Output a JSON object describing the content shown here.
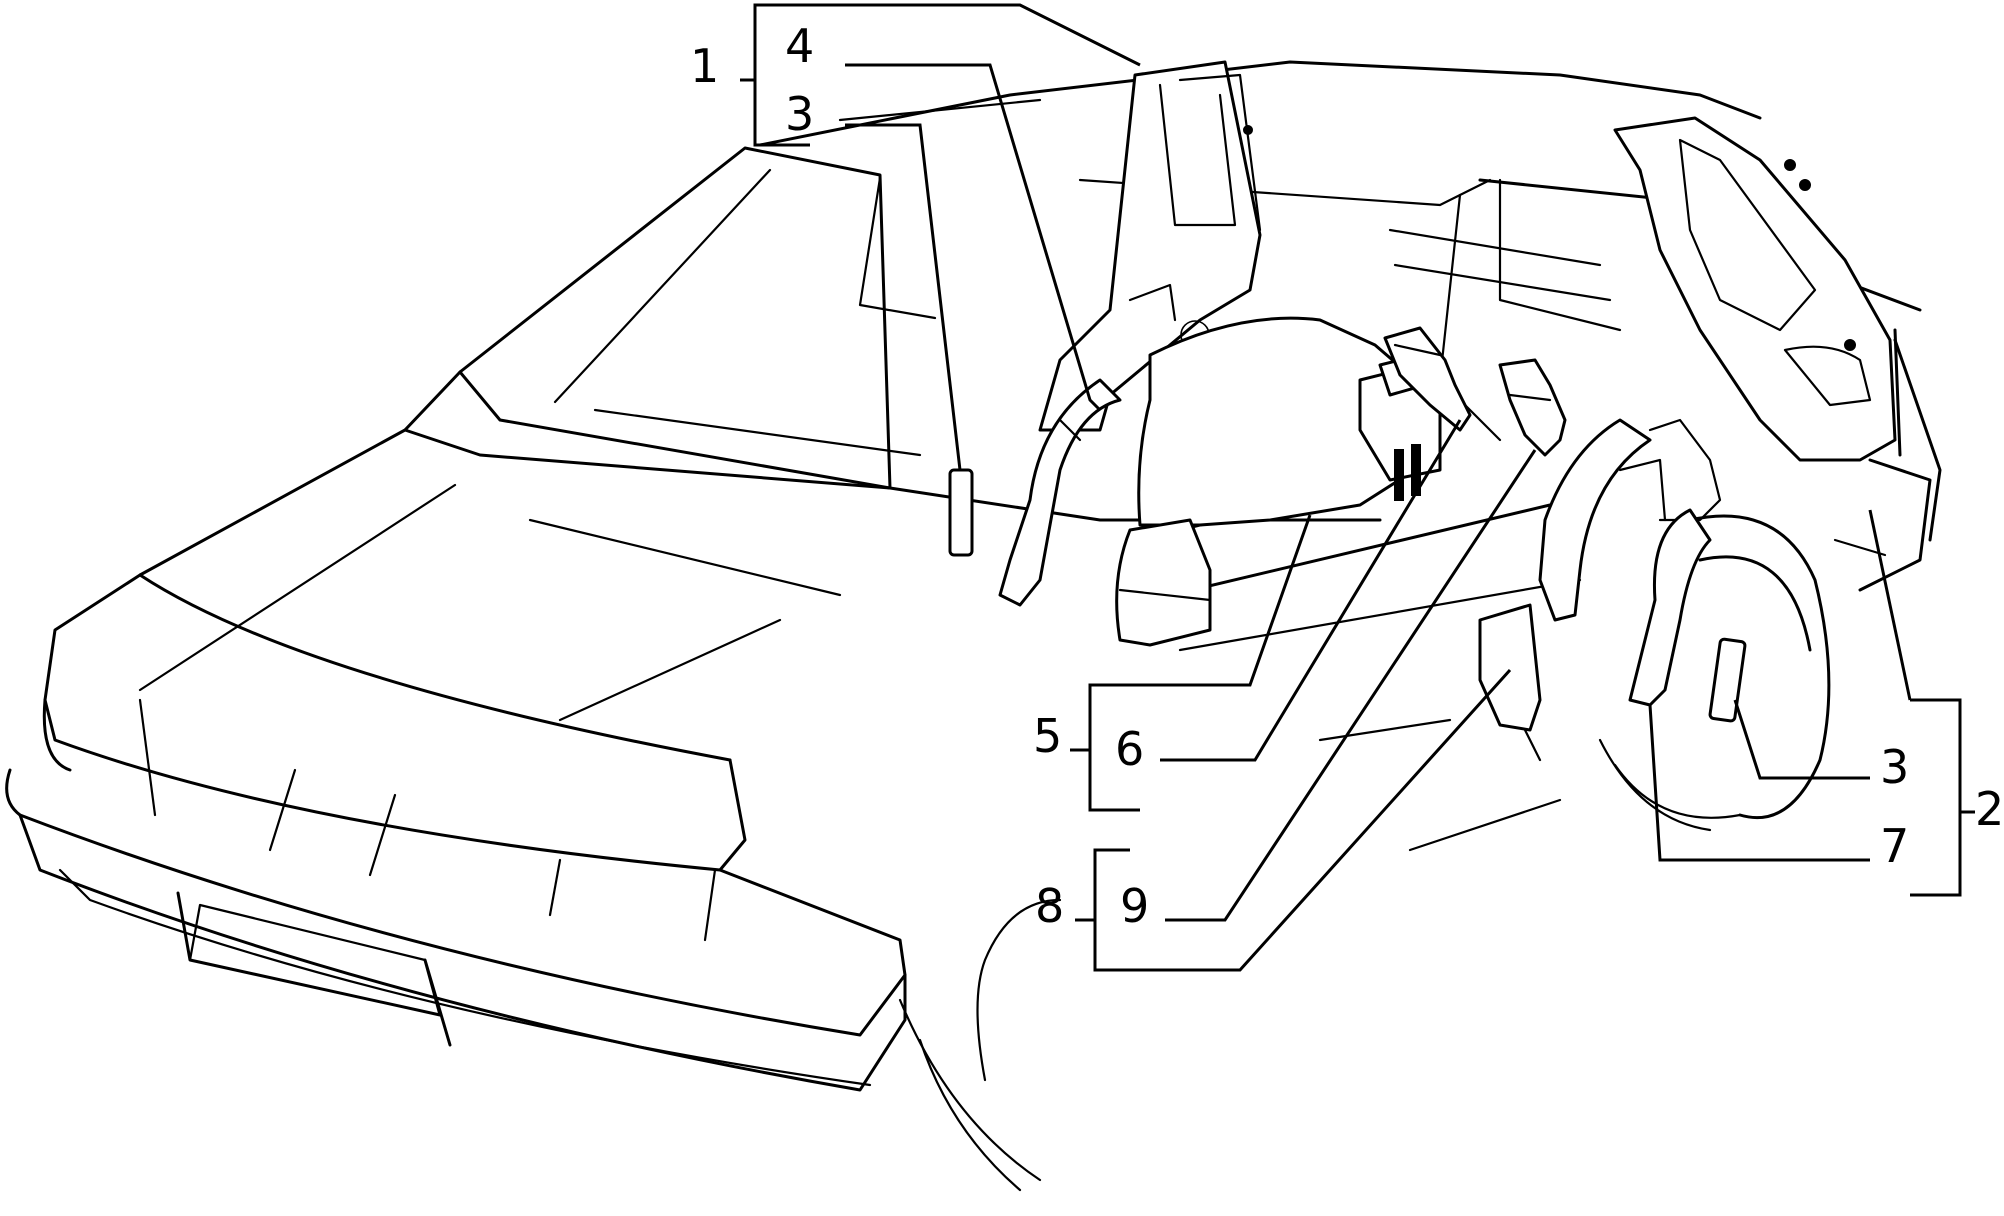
{
  "callouts": {
    "c1": "1",
    "c4": "4",
    "c3_top": "3",
    "c5": "5",
    "c6": "6",
    "c8": "8",
    "c9": "9",
    "c3_right": "3",
    "c7": "7",
    "c2": "2"
  },
  "colors": {
    "ink": "#000000",
    "paper": "#ffffff"
  }
}
